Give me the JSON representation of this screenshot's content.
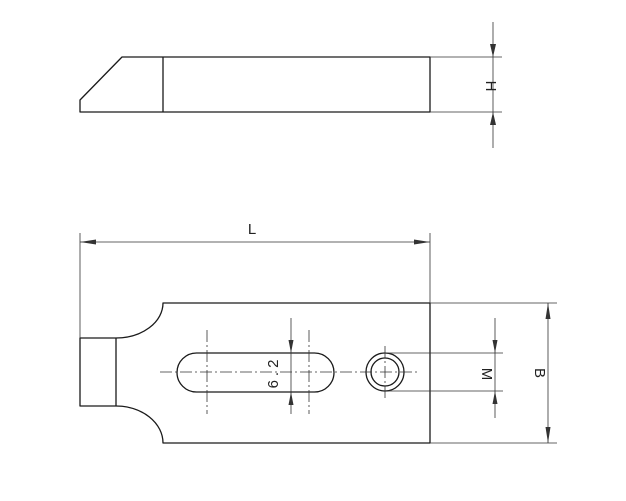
{
  "drawing": {
    "line_color": "#1a1a1a",
    "background": "#ffffff"
  },
  "dimensions": {
    "height_label": "H",
    "length_label": "L",
    "slot_label": "6.2",
    "thread_label": "M",
    "width_label": "B"
  }
}
